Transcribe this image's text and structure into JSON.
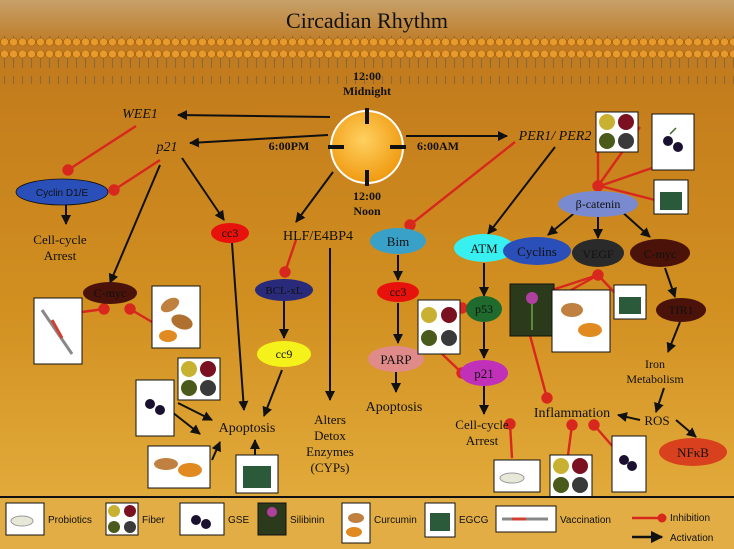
{
  "title": "Circadian Rhythm",
  "clock": {
    "midnight_time": "12:00",
    "midnight_label": "Midnight",
    "noon_time": "12:00",
    "noon_label": "Noon",
    "left_time": "6:00PM",
    "right_time": "6:00AM"
  },
  "nodes": {
    "wee1": "WEE1",
    "p21_top": "p21",
    "cyclin_d1e": "Cyclin D1/E",
    "cell_cycle_arrest_left": [
      "Cell-cycle",
      "Arrest"
    ],
    "c_myc_left": "C-myc",
    "cc3_left": "cc3",
    "apoptosis_left": "Apoptosis",
    "hlf": "HLF/E4BP4",
    "bcl_xl": "BCL-xL",
    "cc9": "cc9",
    "alters": [
      "Alters",
      "Detox",
      "Enzymes",
      "(CYPs)"
    ],
    "per": "PER1/ PER2",
    "bim": "Bim",
    "cc3_mid": "cc3",
    "parp": "PARP",
    "apoptosis_mid": "Apoptosis",
    "atm": "ATM",
    "p53": "p53",
    "p21_mid": "p21",
    "cell_cycle_arrest_mid": [
      "Cell-cycle",
      "Arrest"
    ],
    "beta_catenin": "β-catenin",
    "cyclins": "Cyclins",
    "vegf": "VEGF",
    "c_myc_right": "C-myc",
    "tfr1": "TfR1",
    "iron_metabolism": [
      "Iron",
      "Metabolism"
    ],
    "ros": "ROS",
    "inflammation": "Inflammation",
    "nfkb": "NFκB"
  },
  "legend": {
    "probiotics": "Probiotics",
    "fiber": "Fiber",
    "gse": "GSE",
    "silibinin": "Silibinin",
    "curcumin": "Curcumin",
    "egcg": "EGCG",
    "vaccination": "Vaccination",
    "inhibition": "Inhibition",
    "activation": "Activation"
  },
  "colors": {
    "inhibition": "#d8281e",
    "activation": "#111111",
    "sun": "#f5a623",
    "cyclin_d1e": "#2a4fb8",
    "cc3": "#e8120c",
    "bim": "#39a0c8",
    "atm": "#39f0f0",
    "p53": "#1f6b2e",
    "p21": "#c030b8",
    "parp": "#e08a8a",
    "cc9": "#f4f21a",
    "bcl_xl": "#2a2a7a",
    "beta_catenin": "#7a8ad0",
    "cyclins": "#2a4fb8",
    "vegf": "#2a2a2a",
    "c_myc": "#4a1208",
    "tfr1": "#4a1208",
    "nfkb": "#d8401e"
  }
}
